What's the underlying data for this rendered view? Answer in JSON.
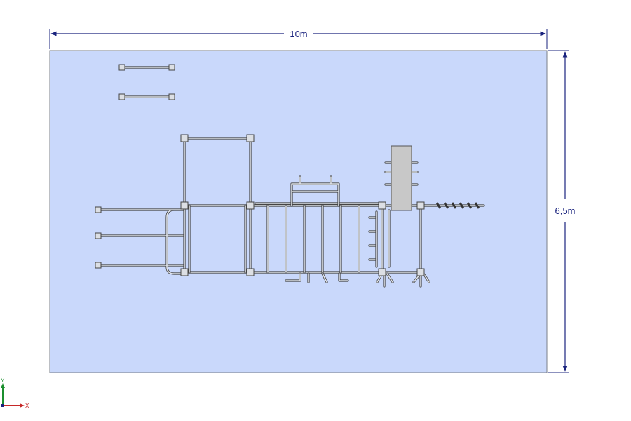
{
  "dimensions": {
    "width_label": "10m",
    "height_label": "6,5m"
  },
  "axes": {
    "y_label": "Y",
    "x_label": "X"
  },
  "colors": {
    "area_fill": "#c9d8fb",
    "area_stroke": "#7a7f8a",
    "dimension": "#1a237e",
    "axis_y": "#1b8f2e",
    "axis_x": "#c62828",
    "pipe": "#444444",
    "panel": "#c8c8c8"
  }
}
